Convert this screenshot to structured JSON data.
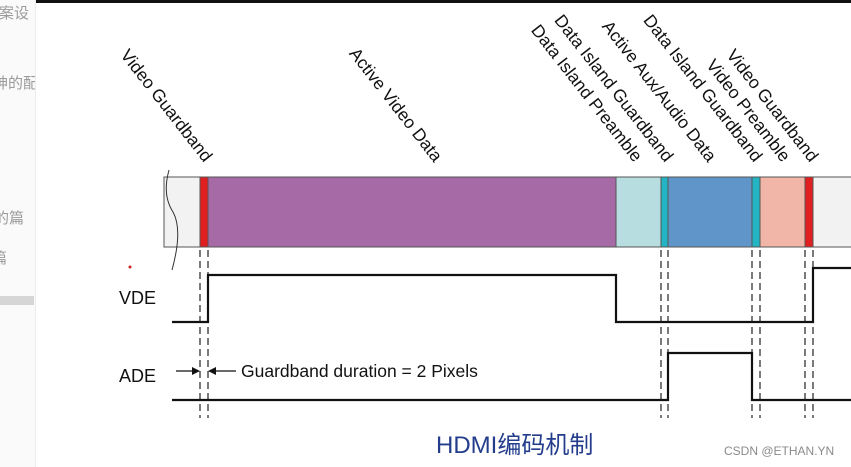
{
  "sidebar": {
    "snippets": [
      "案设",
      "神的配",
      "的篇",
      "篇"
    ]
  },
  "diagram": {
    "period_labels": {
      "video_guardband_left": "Video Guardband",
      "active_video_data": "Active Video Data",
      "data_island_preamble": "Data Island Preamble",
      "data_island_guardband_left": "Data Island Guardband",
      "active_aux_audio_data": "Active Aux/Audio Data",
      "data_island_guardband_right": "Data Island Guardband",
      "video_preamble": "Video Preamble",
      "video_guardband_right": "Video Guardband"
    },
    "signals": {
      "vde": "VDE",
      "ade": "ADE"
    },
    "annotation": "Guardband duration = 2 Pixels",
    "colors": {
      "guardband": "#e02020",
      "active_video": "#a66aa6",
      "preamble": "#b7dde0",
      "aux_data": "#5f95c8",
      "data_guardband": "#24b5c4",
      "video_preamble": "#f2b6a8",
      "blank": "#f2f2f2"
    }
  },
  "caption": "HDMI编码机制",
  "watermark": "CSDN @ETHAN.YN"
}
